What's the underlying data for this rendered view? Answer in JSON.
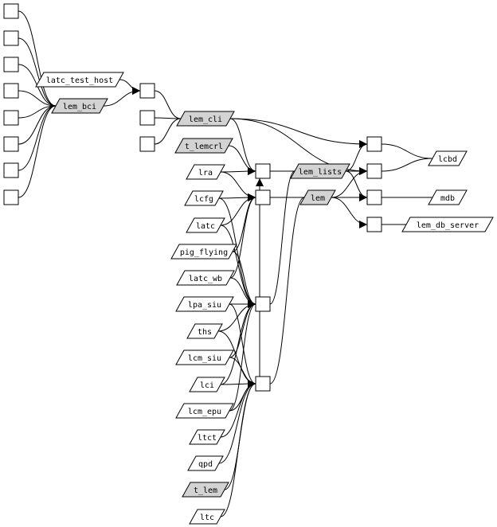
{
  "diagram": {
    "type": "dependency-graph",
    "colors": {
      "package_fill": "#d3d3d3",
      "plain_fill": "#ffffff",
      "stroke": "#000000"
    },
    "nodes": [
      {
        "id": "b1",
        "kind": "box",
        "label": ""
      },
      {
        "id": "b2",
        "kind": "box",
        "label": ""
      },
      {
        "id": "b3",
        "kind": "box",
        "label": ""
      },
      {
        "id": "b4",
        "kind": "box",
        "label": ""
      },
      {
        "id": "b5",
        "kind": "box",
        "label": ""
      },
      {
        "id": "b6",
        "kind": "box",
        "label": ""
      },
      {
        "id": "b7",
        "kind": "box",
        "label": ""
      },
      {
        "id": "b8",
        "kind": "box",
        "label": ""
      },
      {
        "id": "latc_test_host",
        "kind": "para",
        "label": "latc_test_host",
        "shaded": false
      },
      {
        "id": "lem_bci",
        "kind": "para",
        "label": "lem_bci",
        "shaded": true
      },
      {
        "id": "c1",
        "kind": "box",
        "label": ""
      },
      {
        "id": "c2",
        "kind": "box",
        "label": ""
      },
      {
        "id": "c3",
        "kind": "box",
        "label": ""
      },
      {
        "id": "lem_cli",
        "kind": "para",
        "label": "lem_cli",
        "shaded": true
      },
      {
        "id": "t_lemcrl",
        "kind": "para",
        "label": "t_lemcrl",
        "shaded": true
      },
      {
        "id": "lra",
        "kind": "para",
        "label": "lra",
        "shaded": false
      },
      {
        "id": "lcfg",
        "kind": "para",
        "label": "lcfg",
        "shaded": false
      },
      {
        "id": "latc",
        "kind": "para",
        "label": "latc",
        "shaded": false
      },
      {
        "id": "pig_flying",
        "kind": "para",
        "label": "pig_flying",
        "shaded": false
      },
      {
        "id": "latc_wb",
        "kind": "para",
        "label": "latc_wb",
        "shaded": false
      },
      {
        "id": "lpa_siu",
        "kind": "para",
        "label": "lpa_siu",
        "shaded": false
      },
      {
        "id": "ths",
        "kind": "para",
        "label": "ths",
        "shaded": false
      },
      {
        "id": "lcm_siu",
        "kind": "para",
        "label": "lcm_siu",
        "shaded": false
      },
      {
        "id": "lci",
        "kind": "para",
        "label": "lci",
        "shaded": false
      },
      {
        "id": "lcm_epu",
        "kind": "para",
        "label": "lcm_epu",
        "shaded": false
      },
      {
        "id": "ltct",
        "kind": "para",
        "label": "ltct",
        "shaded": false
      },
      {
        "id": "qpd",
        "kind": "para",
        "label": "qpd",
        "shaded": false
      },
      {
        "id": "t_lem",
        "kind": "para",
        "label": "t_lem",
        "shaded": true
      },
      {
        "id": "ltc",
        "kind": "para",
        "label": "ltc",
        "shaded": false
      },
      {
        "id": "d1",
        "kind": "box",
        "label": ""
      },
      {
        "id": "d2",
        "kind": "box",
        "label": ""
      },
      {
        "id": "d3",
        "kind": "box",
        "label": ""
      },
      {
        "id": "d4",
        "kind": "box",
        "label": ""
      },
      {
        "id": "lem_lists",
        "kind": "para",
        "label": "lem_lists",
        "shaded": true
      },
      {
        "id": "lem",
        "kind": "para",
        "label": "lem",
        "shaded": true
      },
      {
        "id": "e1",
        "kind": "box",
        "label": ""
      },
      {
        "id": "e2",
        "kind": "box",
        "label": ""
      },
      {
        "id": "e3",
        "kind": "box",
        "label": ""
      },
      {
        "id": "e4",
        "kind": "box",
        "label": ""
      },
      {
        "id": "lcbd",
        "kind": "para",
        "label": "lcbd",
        "shaded": false
      },
      {
        "id": "mdb",
        "kind": "para",
        "label": "mdb",
        "shaded": false
      },
      {
        "id": "lem_db_server",
        "kind": "para",
        "label": "lem_db_server",
        "shaded": false
      }
    ],
    "edges": [
      {
        "from": "b1",
        "to": "lem_bci",
        "arrow": false
      },
      {
        "from": "b2",
        "to": "lem_bci",
        "arrow": false
      },
      {
        "from": "b3",
        "to": "lem_bci",
        "arrow": false
      },
      {
        "from": "b4",
        "to": "lem_bci",
        "arrow": false
      },
      {
        "from": "b5",
        "to": "lem_bci",
        "arrow": false
      },
      {
        "from": "b6",
        "to": "lem_bci",
        "arrow": false
      },
      {
        "from": "b7",
        "to": "lem_bci",
        "arrow": false
      },
      {
        "from": "b8",
        "to": "lem_bci",
        "arrow": false
      },
      {
        "from": "latc_test_host",
        "to": "c1",
        "arrow": true
      },
      {
        "from": "lem_bci",
        "to": "c1",
        "arrow": true
      },
      {
        "from": "c1",
        "to": "lem_cli",
        "arrow": false
      },
      {
        "from": "c2",
        "to": "lem_cli",
        "arrow": false
      },
      {
        "from": "c3",
        "to": "lem_cli",
        "arrow": false
      },
      {
        "from": "lem_cli",
        "to": "d1",
        "arrow": true
      },
      {
        "from": "lem_cli",
        "to": "e1",
        "arrow": true
      },
      {
        "from": "lem_cli",
        "to": "e2",
        "arrow": true
      },
      {
        "from": "t_lemcrl",
        "to": "d1",
        "arrow": true
      },
      {
        "from": "lra",
        "to": "d1",
        "arrow": true
      },
      {
        "from": "lra",
        "to": "d2",
        "arrow": true
      },
      {
        "from": "lcfg",
        "to": "d2",
        "arrow": true
      },
      {
        "from": "lcfg",
        "to": "d3",
        "arrow": true
      },
      {
        "from": "latc",
        "to": "d2",
        "arrow": true
      },
      {
        "from": "latc",
        "to": "d3",
        "arrow": true
      },
      {
        "from": "pig_flying",
        "to": "d2",
        "arrow": true
      },
      {
        "from": "pig_flying",
        "to": "d3",
        "arrow": true
      },
      {
        "from": "latc_wb",
        "to": "d2",
        "arrow": true
      },
      {
        "from": "latc_wb",
        "to": "d3",
        "arrow": true
      },
      {
        "from": "lpa_siu",
        "to": "d3",
        "arrow": true
      },
      {
        "from": "lpa_siu",
        "to": "d4",
        "arrow": true
      },
      {
        "from": "ths",
        "to": "d3",
        "arrow": true
      },
      {
        "from": "ths",
        "to": "d4",
        "arrow": true
      },
      {
        "from": "lcm_siu",
        "to": "d3",
        "arrow": true
      },
      {
        "from": "lcm_siu",
        "to": "d4",
        "arrow": true
      },
      {
        "from": "lci",
        "to": "d3",
        "arrow": true
      },
      {
        "from": "lci",
        "to": "d4",
        "arrow": true
      },
      {
        "from": "lcm_epu",
        "to": "d3",
        "arrow": true
      },
      {
        "from": "lcm_epu",
        "to": "d4",
        "arrow": true
      },
      {
        "from": "ltct",
        "to": "d4",
        "arrow": true
      },
      {
        "from": "qpd",
        "to": "d4",
        "arrow": true
      },
      {
        "from": "t_lem",
        "to": "d4",
        "arrow": true
      },
      {
        "from": "ltc",
        "to": "d4",
        "arrow": true
      },
      {
        "from": "d4",
        "to": "d1",
        "arrow": true
      },
      {
        "from": "d1",
        "to": "lem_lists",
        "arrow": false
      },
      {
        "from": "d2",
        "to": "lem",
        "arrow": false
      },
      {
        "from": "d3",
        "to": "lem_lists",
        "arrow": false
      },
      {
        "from": "d4",
        "to": "lem",
        "arrow": false
      },
      {
        "from": "lem_lists",
        "to": "e1",
        "arrow": true
      },
      {
        "from": "lem_lists",
        "to": "e2",
        "arrow": true
      },
      {
        "from": "lem_lists",
        "to": "e3",
        "arrow": true
      },
      {
        "from": "lem",
        "to": "e2",
        "arrow": true
      },
      {
        "from": "lem",
        "to": "e3",
        "arrow": true
      },
      {
        "from": "lem",
        "to": "e4",
        "arrow": true
      },
      {
        "from": "e1",
        "to": "lcbd",
        "arrow": false
      },
      {
        "from": "e2",
        "to": "lcbd",
        "arrow": false
      },
      {
        "from": "e3",
        "to": "mdb",
        "arrow": false
      },
      {
        "from": "e4",
        "to": "lem_db_server",
        "arrow": false
      }
    ]
  }
}
